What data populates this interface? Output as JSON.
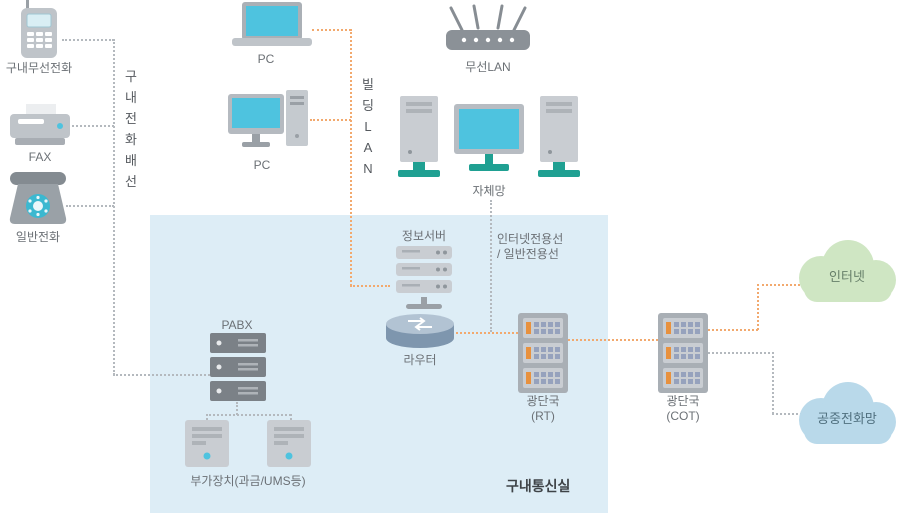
{
  "nodes": {
    "wireless_phone": {
      "label": "구내무선전화"
    },
    "fax": {
      "label": "FAX"
    },
    "analog_phone": {
      "label": "일반전화"
    },
    "phone_wiring": {
      "label": "구\n내\n전\n화\n배\n선"
    },
    "laptop_pc": {
      "label": "PC"
    },
    "desktop_pc": {
      "label": "PC"
    },
    "building_lan": {
      "label": "빌\n딩\nL\nA\nN"
    },
    "wireless_lan": {
      "label": "무선LAN"
    },
    "self_network": {
      "label": "자체망"
    },
    "info_server": {
      "label": "정보서버"
    },
    "dedicated_line": {
      "label": "인터넷전용선\n/ 일반전용선"
    },
    "router": {
      "label": "라우터"
    },
    "pabx": {
      "label": "PABX"
    },
    "addon_device": {
      "label": "부가장치(과금/UMS등)"
    },
    "fiber_rt": {
      "label": "광단국\n(RT)"
    },
    "fiber_cot": {
      "label": "광단국\n(COT)"
    },
    "internet_cloud": {
      "label": "인터넷"
    },
    "pstn_cloud": {
      "label": "공중전화망"
    },
    "comm_room": {
      "label": "구내통신실"
    }
  },
  "colors": {
    "room_bg": "#ddedf6",
    "lan_line": "#f2a96e",
    "phone_line": "#b4b9be",
    "internet_cloud_fill": "#cfe6c3",
    "pstn_cloud_fill": "#b9d9ea",
    "screen": "#4ec3df",
    "stand_teal": "#1fa092",
    "rack_indicator": "#e8913e"
  }
}
